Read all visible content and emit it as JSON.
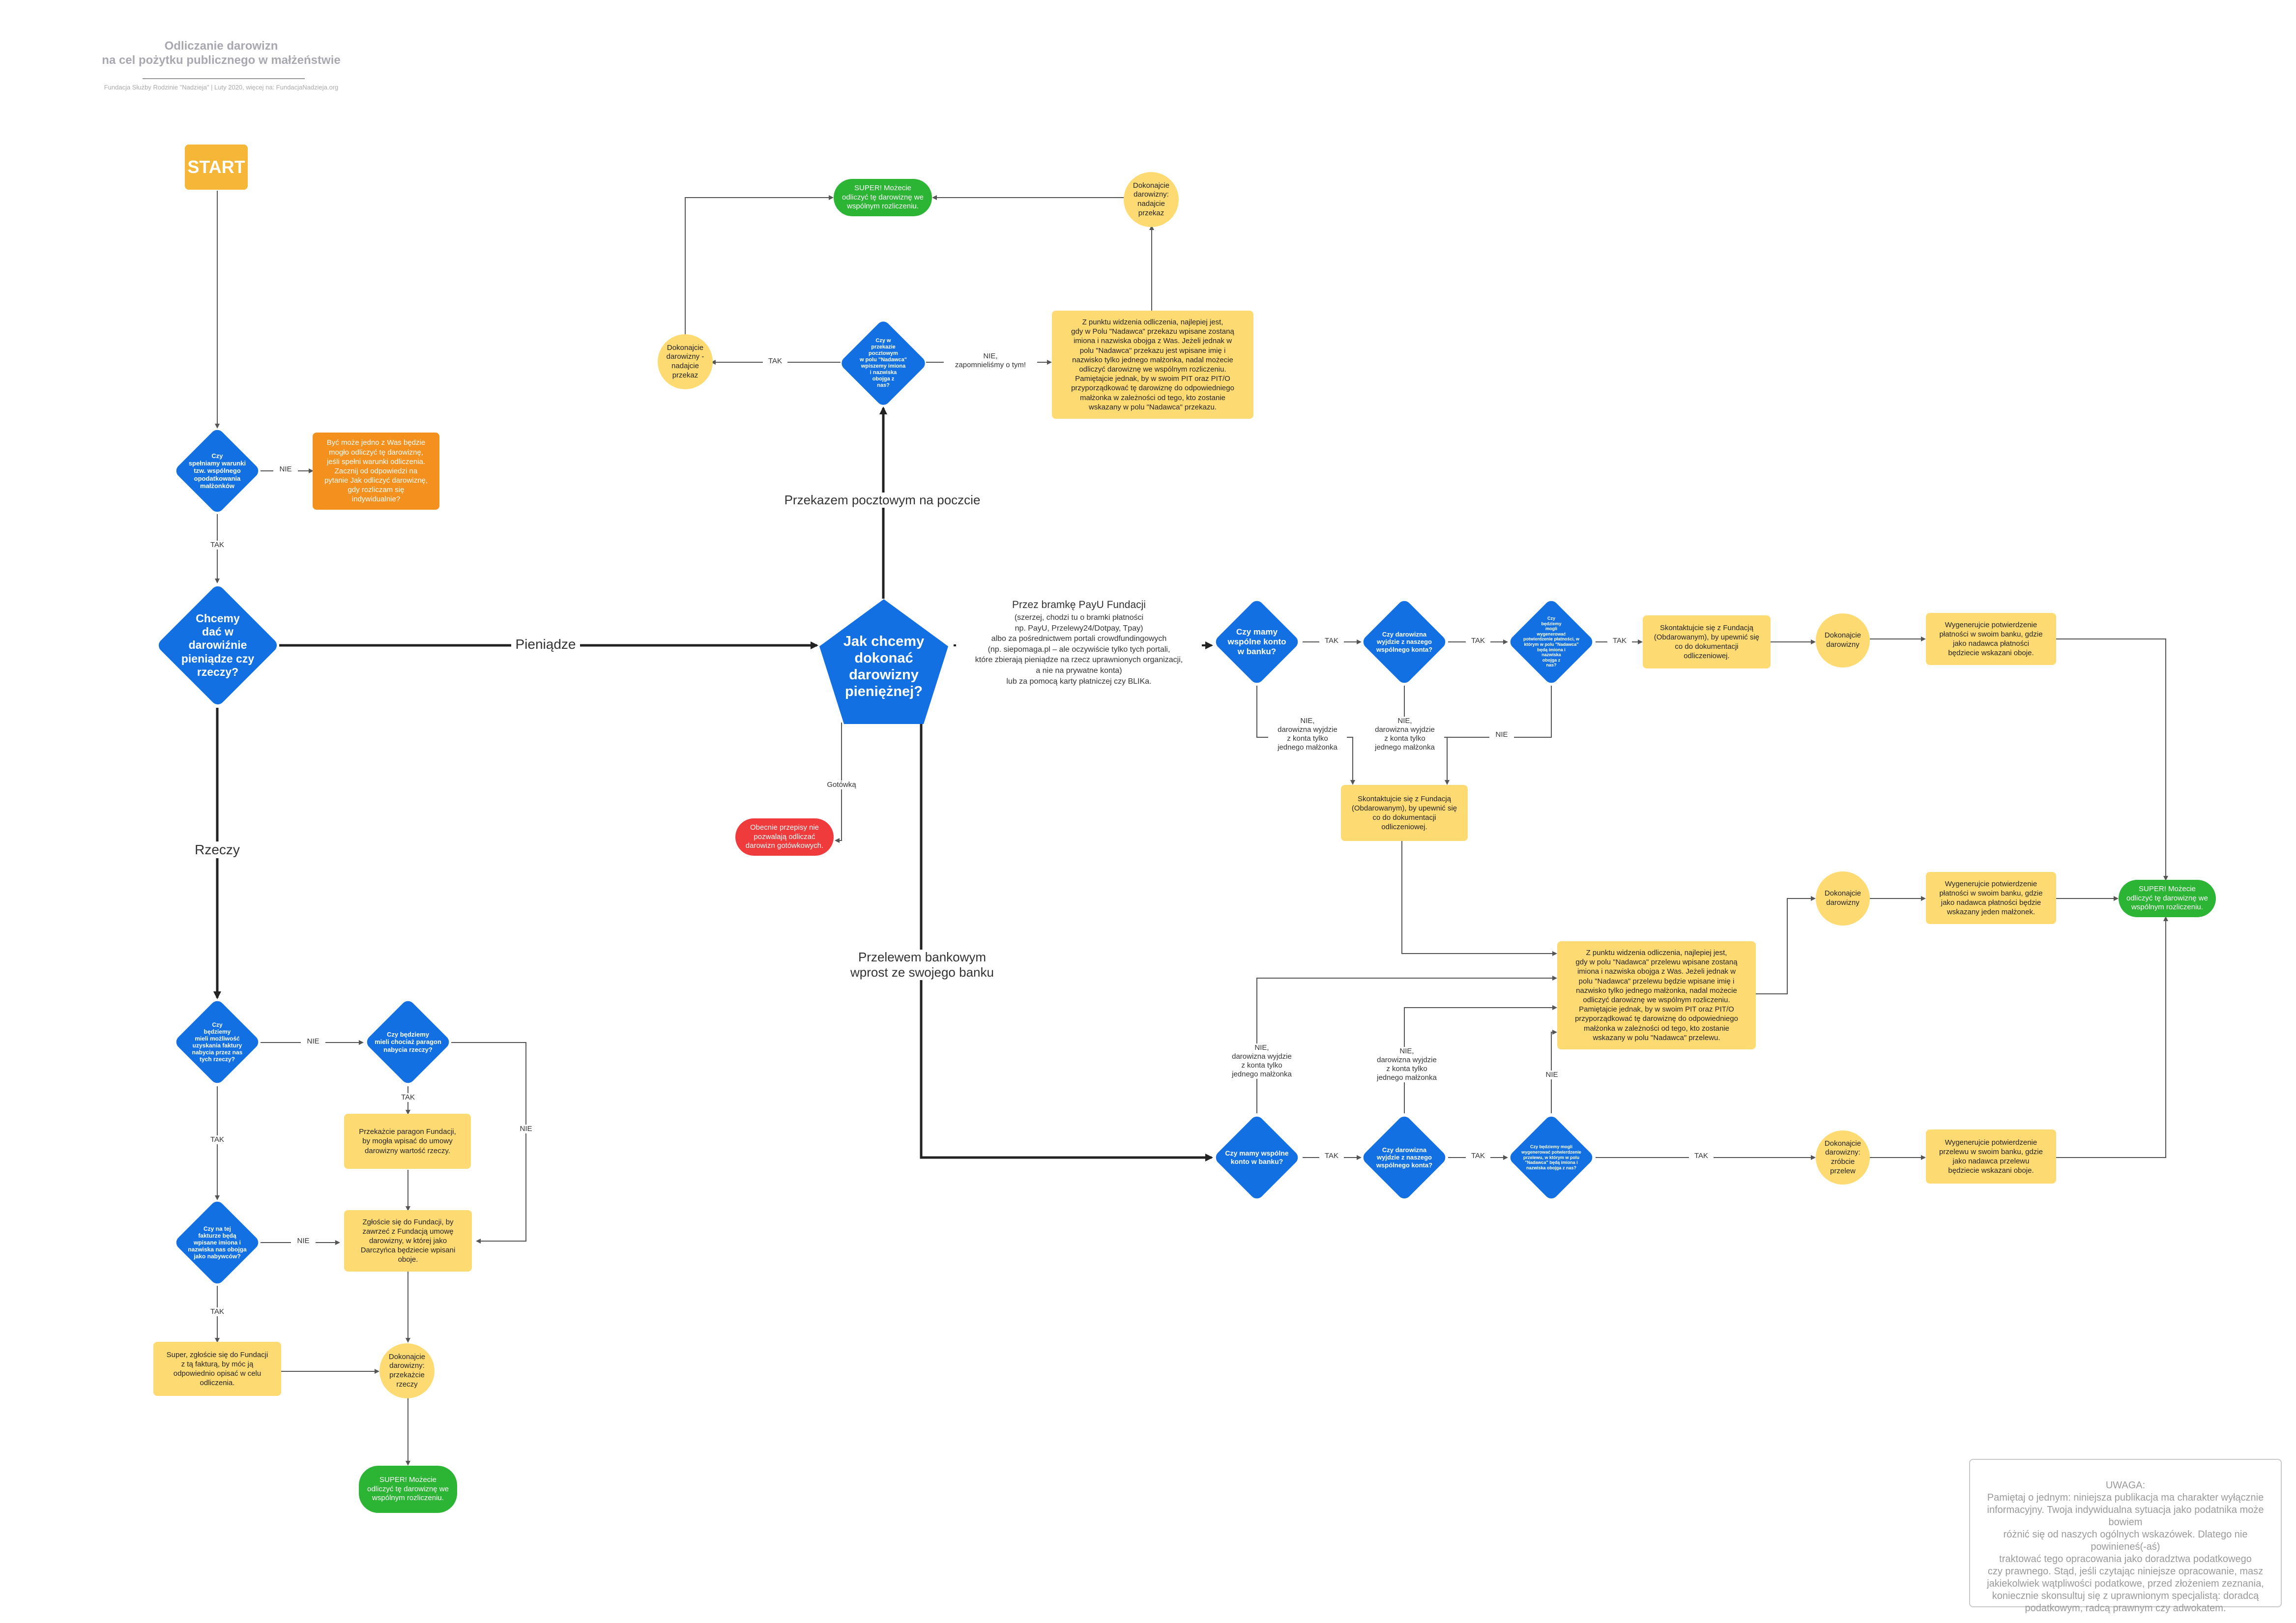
{
  "header": {
    "title": "Odliczanie darowizn\nna cel pożytku publicznego w małżeństwie",
    "subtitle": "Fundacja Służby Rodzinie \"Nadzieja\"  |  Luty 2020, więcej na: FundacjaNadzieja.org"
  },
  "start": {
    "label": "START"
  },
  "decisions": {
    "d_joint": "Czy\nspełniamy warunki\ntzw. wspólnego\nopodatkowania\nmałżonków",
    "d_money": "Chcemy\ndać w\ndarowiźnie\npieniądze czy\nrzeczy?",
    "d_how": "Jak chcemy\ndokonać\ndarowizny\npieniężnej?",
    "d_postal": "Czy w\nprzekazie\npocztowym\nw polu \"Nadawca\"\nwpiszemy imiona\ni nazwiska\nobojga z\nnas?",
    "d_acct1": "Czy mamy\nwspólne konto\nw banku?",
    "d_shared1": "Czy darowizna\nwyjdzie z naszego\nwspólnego konta?",
    "d_gateway": "Czy\nbędziemy\nmogli\nwygenerować\npotwierdzenie płatności, w\nktórym w polu \"Nadawca\"\nbędą imiona i\nnazwiska\nobojga z\nnas?",
    "d_acct2": "Czy mamy wspólne\nkonto w banku?",
    "d_shared2": "Czy darowizna\nwyjdzie z naszego\nwspólnego konta?",
    "d_transfer": "Czy będziemy mogli\nwygenerować potwierdzenie\nprzelewu, w którym w polu\n\"Nadawca\" będą imiona i\nnazwiska obojga z nas?",
    "d_invoice": "Czy\nbędziemy\nmieli możliwość\nuzyskania faktury\nnabycia przez nas\ntych rzeczy?",
    "d_receipt": "Czy będziemy\nmieli chociaż paragon\nnabycia rzeczy?",
    "d_names": "Czy na tej\nfakturze będą\nwpisane imiona i\nnazwiska nas obojga\njako nabywców?"
  },
  "boxes": {
    "b_orange": "Być może jedno z Was będzie\nmogło odliczyć tę darowiznę,\njeśli spełni warunki odliczenia.\nZacznij od odpowiedzi na\npytanie  Jak odliczyć darowiznę,\ngdy rozliczam się\nindywidualnie?",
    "b_postal_note": "Z punktu widzenia odliczenia, najlepiej jest,\ngdy w Polu \"Nadawca\" przekazu wpisane zostaną\nimiona i nazwiska obojga z Was. Jeżeli jednak w\npolu \"Nadawca\" przekazu jest wpisane imię i\nnazwisko tylko jednego małżonka, nadal możecie\nodliczyć darowiznę we wspólnym rozliczeniu.\nPamiętajcie jednak, by w swoim PIT oraz PIT/O\nprzyporządkować tę darowiznę do odpowiedniego\nmałżonka w zależności od tego, kto zostanie\nwskazany w polu \"Nadawca\" przekazu.",
    "b_contact_top": "Skontaktujcie się z Fundacją\n(Obdarowanym), by upewnić się\nco do dokumentacji\nodliczeniowej.",
    "b_contact_mid": "Skontaktujcie się z Fundacją\n(Obdarowanym), by upewnić się\nco do dokumentacji\nodliczeniowej.",
    "b_confirm_top": "Wygenerujcie potwierdzenie\npłatności w swoim banku, gdzie\njako nadawca płatności\nbędziecie wskazani oboje.",
    "b_confirm_mid": "Wygenerujcie potwierdzenie\npłatności w swoim banku, gdzie\njako nadawca płatności będzie\nwskazany jeden małżonek.",
    "b_transfer_note": "Z punktu widzenia odliczenia, najlepiej jest,\ngdy w polu \"Nadawca\" przelewu wpisane zostaną\nimiona i nazwiska obojga z Was. Jeżeli jednak w\npolu \"Nadawca\" przelewu będzie wpisane imię i\nnazwisko tylko jednego małżonka, nadal możecie\nodliczyć darowiznę we wspólnym rozliczeniu.\nPamiętajcie jednak, by w swoim PIT oraz PIT/O\nprzyporządkować tę darowiznę do odpowiedniego\nmałżonka w zależności od tego, kto zostanie\nwskazany w polu \"Nadawca\" przelewu.",
    "b_confirm_bot": "Wygenerujcie potwierdzenie\nprzelewu w swoim banku, gdzie\njako nadawca przelewu\nbędziecie wskazani oboje.",
    "b_receipt_give": "Przekażcie paragon Fundacji,\nby mogła wpisać do umowy\ndarowizny wartość rzeczy.",
    "b_report": "Zgłoście się do Fundacji, by\nzawrzeć z Fundacją umowę\ndarowizny, w której jako\nDarczyńca będziecie wpisani\noboje.",
    "b_invoice_ok": "Super, zgłoście się do Fundacji\nz tą fakturą, by móc ją\nodpowiednio opisać w celu\nodliczenia."
  },
  "circles": {
    "c_postal_top": "Dokonajcie\ndarowizny:\nnadajcie\nprzekaz",
    "c_postal_left": "Dokonajcie\ndarowizny -\nnadajcie\nprzekaz",
    "c_gateway_top": "Dokonajcie\ndarowizny",
    "c_gateway_mid": "Dokonajcie\ndarowizny",
    "c_transfer": "Dokonajcie\ndarowizny:\nzróbcie\nprzelew",
    "c_items": "Dokonajcie\ndarowizny:\nprzekażcie\nrzeczy"
  },
  "terminals": {
    "t_super_top": "SUPER! Możecie\nodliczyć tę darowiznę we\nwspólnym rozliczeniu.",
    "t_super_right": "SUPER! Możecie\nodliczyć tę darowiznę we\nwspólnym rozliczeniu.",
    "t_super_bottom": "SUPER! Możecie\nodliczyć tę darowiznę we\nwspólnym rozliczeniu.",
    "t_cash": "Obecnie przepisy nie\npozwalają odliczać\ndarowizn gotówkowych."
  },
  "labels": {
    "nie": "NIE",
    "tak": "TAK",
    "pieniadze": "Pieniądze",
    "rzeczy": "Rzeczy",
    "postal_path": "Przekazem pocztowym na poczcie",
    "bank_path": "Przelewem bankowym\nwprost ze swojego banku",
    "gotowka": "Gotówką",
    "forgot": "NIE,\nzapomnieliśmy o tym!",
    "nie_one": "NIE,\ndarowizna wyjdzie\nz konta tylko\njednego małżonka",
    "gateway_title": "Przez bramkę PayU Fundacji",
    "gateway_body": "(szerzej, chodzi tu o bramki płatności\nnp. PayU, Przelewy24/Dotpay, Tpay)\nalbo  za pośrednictwem portali crowdfundingowych\n(np. siepomaga.pl – ale oczywiście tylko tych portali,\nktóre zbierają pieniądze na rzecz uprawnionych organizacji,\na nie na prywatne konta)\nlub za pomocą karty płatniczej czy BLIKa."
  },
  "note": {
    "text": "UWAGA:\nPamiętaj o jednym: niniejsza publikacja ma charakter wyłącznie\ninformacyjny. Twoja indywidualna sytuacja jako podatnika może bowiem\nróżnić się od naszych ogólnych wskazówek. Dlatego nie powinieneś(-aś)\ntraktować tego opracowania jako doradztwa podatkowego\nczy prawnego.  Stąd, jeśli czytając niniejsze opracowanie, masz\njakiekolwiek  wątpliwości podatkowe, przed złożeniem zeznania,\nkoniecznie skonsultuj  się z uprawnionym specjalistą: doradcą\npodatkowym, radcą prawnym czy adwokatem."
  },
  "colors": {
    "decision": "#1270e3",
    "process": "#fedb72",
    "success": "#2cb534",
    "stop": "#ef3b3b",
    "warning": "#f4901e",
    "start": "#f6b637",
    "connector": "#555555"
  }
}
